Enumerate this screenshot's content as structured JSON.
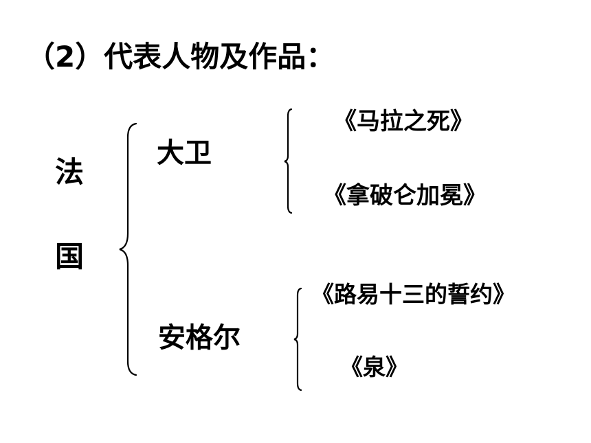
{
  "title": "（2）代表人物及作品：",
  "country": {
    "char1": "法",
    "char2": "国"
  },
  "artists": [
    {
      "name": "大卫",
      "works": [
        "《马拉之死》",
        "《拿破仑加冕》"
      ]
    },
    {
      "name": "安格尔",
      "works": [
        "《路易十三的誓约》",
        "《泉》"
      ]
    }
  ],
  "colors": {
    "text": "#000000",
    "background": "#ffffff"
  }
}
